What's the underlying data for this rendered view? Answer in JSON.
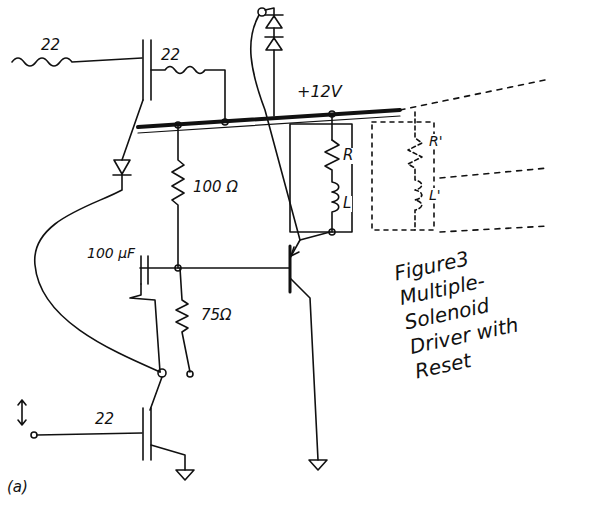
{
  "diagram": {
    "caption": "Figure3 Multiple- Solenoid Driver with Reset",
    "labels": [
      "22",
      "22",
      "+12V",
      "R",
      "L",
      "R'",
      "L'",
      "100 Ω",
      "100 µF",
      "75Ω",
      "22",
      "(a)"
    ]
  }
}
